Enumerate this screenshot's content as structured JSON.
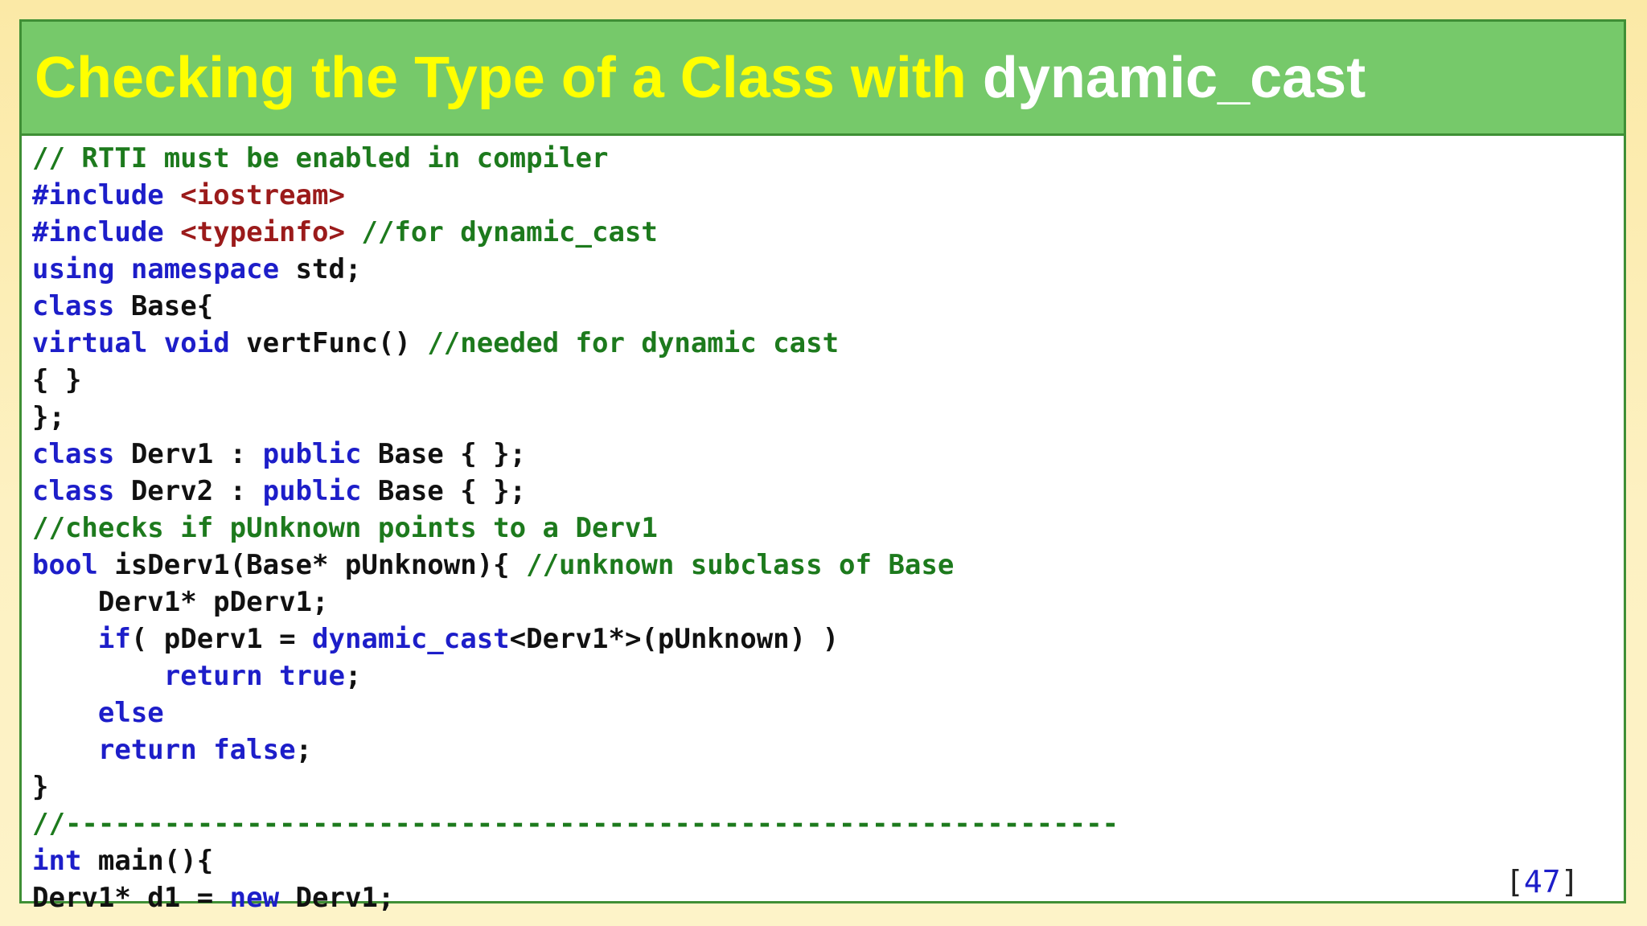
{
  "slide": {
    "title_part1": "Checking the Type of a Class with ",
    "title_part2": "dynamic_cast",
    "page_number": "47",
    "page_number_open": "[",
    "page_number_close": "]"
  },
  "code_lines": [
    [
      {
        "t": "// RTTI must be enabled in compiler",
        "c": "cm"
      }
    ],
    [
      {
        "t": "#include ",
        "c": "kw"
      },
      {
        "t": "<iostream>",
        "c": "str"
      }
    ],
    [
      {
        "t": "#include ",
        "c": "kw"
      },
      {
        "t": "<typeinfo>",
        "c": "str"
      },
      {
        "t": " //for dynamic_cast",
        "c": "cm"
      }
    ],
    [
      {
        "t": "using",
        "c": "kw"
      },
      {
        "t": " ",
        "c": "pl"
      },
      {
        "t": "namespace",
        "c": "kw"
      },
      {
        "t": " std;",
        "c": "pl"
      }
    ],
    [
      {
        "t": "class",
        "c": "kw"
      },
      {
        "t": " Base{",
        "c": "pl"
      }
    ],
    [
      {
        "t": "virtual",
        "c": "kw"
      },
      {
        "t": " ",
        "c": "pl"
      },
      {
        "t": "void",
        "c": "kw"
      },
      {
        "t": " vertFunc() ",
        "c": "pl"
      },
      {
        "t": "//needed for dynamic cast",
        "c": "cm"
      }
    ],
    [
      {
        "t": "{ }",
        "c": "pl"
      }
    ],
    [
      {
        "t": "};",
        "c": "pl"
      }
    ],
    [
      {
        "t": "class",
        "c": "kw"
      },
      {
        "t": " Derv1 : ",
        "c": "pl"
      },
      {
        "t": "public",
        "c": "kw"
      },
      {
        "t": " Base { };",
        "c": "pl"
      }
    ],
    [
      {
        "t": "class",
        "c": "kw"
      },
      {
        "t": " Derv2 : ",
        "c": "pl"
      },
      {
        "t": "public",
        "c": "kw"
      },
      {
        "t": " Base { };",
        "c": "pl"
      }
    ],
    [
      {
        "t": "//checks if pUnknown points to a Derv1",
        "c": "cm"
      }
    ],
    [
      {
        "t": "bool",
        "c": "kw"
      },
      {
        "t": " isDerv1(Base* pUnknown){ ",
        "c": "pl"
      },
      {
        "t": "//unknown subclass of Base",
        "c": "cm"
      }
    ],
    [
      {
        "t": "    Derv1* pDerv1;",
        "c": "pl"
      }
    ],
    [
      {
        "t": "    ",
        "c": "pl"
      },
      {
        "t": "if",
        "c": "kw"
      },
      {
        "t": "( pDerv1 = ",
        "c": "pl"
      },
      {
        "t": "dynamic_cast",
        "c": "kw"
      },
      {
        "t": "<Derv1*>(pUnknown) )",
        "c": "pl"
      }
    ],
    [
      {
        "t": "        ",
        "c": "pl"
      },
      {
        "t": "return",
        "c": "kw"
      },
      {
        "t": " ",
        "c": "pl"
      },
      {
        "t": "true",
        "c": "kw"
      },
      {
        "t": ";",
        "c": "pl"
      }
    ],
    [
      {
        "t": "    ",
        "c": "pl"
      },
      {
        "t": "else",
        "c": "kw"
      }
    ],
    [
      {
        "t": "    ",
        "c": "pl"
      },
      {
        "t": "return",
        "c": "kw"
      },
      {
        "t": " ",
        "c": "pl"
      },
      {
        "t": "false",
        "c": "kw"
      },
      {
        "t": ";",
        "c": "pl"
      }
    ],
    [
      {
        "t": "}",
        "c": "pl"
      }
    ],
    [
      {
        "t": "//----------------------------------------------------------------",
        "c": "cm"
      }
    ],
    [
      {
        "t": "int",
        "c": "kw"
      },
      {
        "t": " main(){",
        "c": "pl"
      }
    ],
    [
      {
        "t": "Derv1* d1 = ",
        "c": "pl"
      },
      {
        "t": "new",
        "c": "kw"
      },
      {
        "t": " Derv1;",
        "c": "pl"
      }
    ]
  ],
  "colors": {
    "title_bar": "#76c96a",
    "title_yellow": "#ffff00",
    "title_white": "#ffffff",
    "keyword": "#1d1ec9",
    "comment": "#1d7a1d",
    "string": "#9b1b1b",
    "border": "#3f8f35",
    "background": "#fdf1c2"
  }
}
